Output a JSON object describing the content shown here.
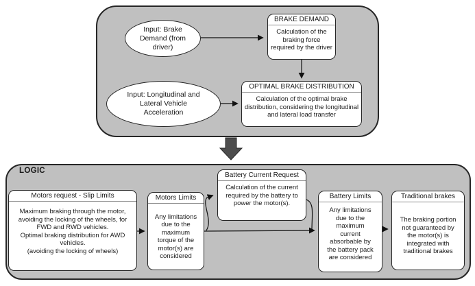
{
  "colors": {
    "panel_bg": "#c0c0c0",
    "node_bg": "#ffffff",
    "border": "#262626",
    "header_rule": "#8c8c8c",
    "block_arrow": "#4d4d4d",
    "connector": "#111111"
  },
  "top_panel": {
    "input_brake_ellipse": "Input: Brake Demand (from driver)",
    "input_accel_ellipse": "Input: Longitudinal and Lateral Vehicle Acceleration",
    "brake_demand": {
      "title": "BRAKE DEMAND",
      "body": "Calculation of the braking force required by the driver"
    },
    "optimal_distribution": {
      "title": "OPTIMAL BRAKE DISTRIBUTION",
      "body": "Calculation of the optimal brake distribution, considering the longitudinal and lateral load transfer"
    }
  },
  "logic_panel": {
    "label": "LOGIC",
    "motors_request": {
      "title": "Motors request - Slip Limits",
      "body": "Maximum braking through the motor, avoiding the locking of the wheels, for FWD and RWD vehicles.\nOptimal braking distribution for AWD vehicles.\n(avoiding the locking of wheels)"
    },
    "motors_limits": {
      "title": "Motors Limits",
      "body": "Any limitations due to the maximum torque of the motor(s) are considered"
    },
    "battery_current_request": {
      "title": "Battery Current Request",
      "body": "Calculation of the current required by the battery to power the motor(s)."
    },
    "battery_limits": {
      "title": "Battery Limits",
      "body": "Any limitations due to the maximum current absorbable by the battery pack are considered"
    },
    "traditional_brakes": {
      "title": "Traditional brakes",
      "body": "The braking portion not guaranteed by the motor(s) is integrated with traditional brakes"
    }
  }
}
